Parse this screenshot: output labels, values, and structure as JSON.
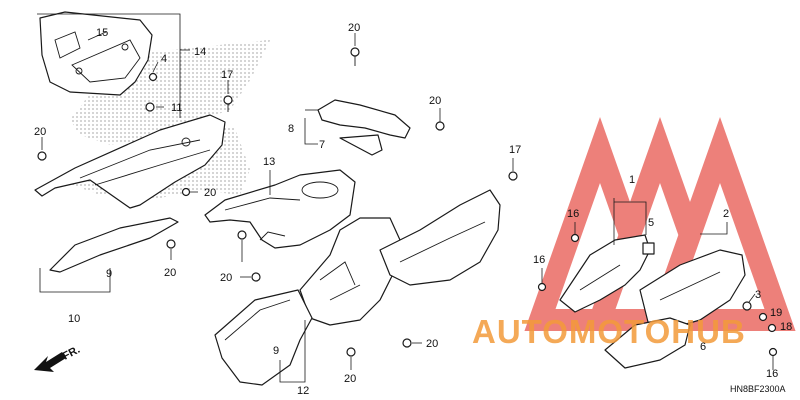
{
  "diagram": {
    "drawing_code": "HN8BF2300A",
    "direction_label": "FR.",
    "callouts": {
      "c1": "1",
      "c2": "2",
      "c3": "3",
      "c4": "4",
      "c5": "5",
      "c6": "6",
      "c7": "7",
      "c8": "8",
      "c9a": "9",
      "c9b": "9",
      "c10": "10",
      "c11": "11",
      "c12": "12",
      "c13": "13",
      "c14": "14",
      "c15": "15",
      "c16a": "16",
      "c16b": "16",
      "c16c": "16",
      "c17a": "17",
      "c17b": "17",
      "c18": "18",
      "c19": "19",
      "c20a": "20",
      "c20b": "20",
      "c20c": "20",
      "c20d": "20",
      "c20e": "20",
      "c20f": "20",
      "c20g": "20",
      "c20h": "20"
    }
  },
  "watermark": {
    "brand_text": "AUTOMOTOHUB",
    "colors": {
      "primary": "#f29a3a",
      "secondary": "#f4b98a",
      "triangles": "#e8564e"
    }
  }
}
